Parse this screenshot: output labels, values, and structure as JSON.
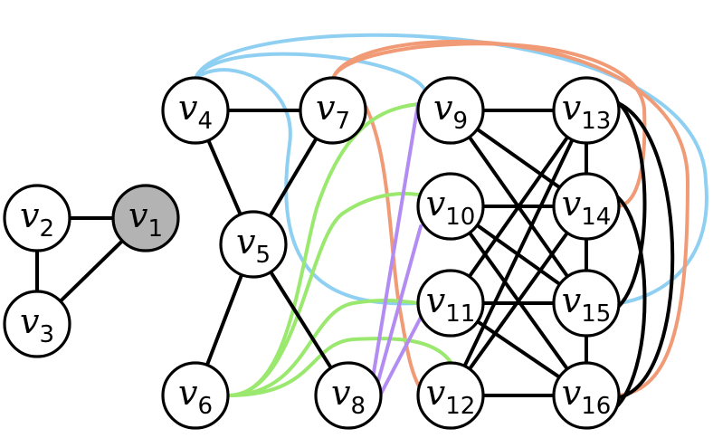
{
  "colors": {
    "node_fill": "#ffffff",
    "highlight_fill": "#b3b3b3",
    "black": "#000000",
    "blue": "#8fd0f2",
    "orange": "#f19a76",
    "green": "#9ae86e",
    "purple": "#b28cf2"
  },
  "nodes": [
    {
      "id": "v1",
      "base": "v",
      "sub": "1",
      "highlight": true
    },
    {
      "id": "v2",
      "base": "v",
      "sub": "2"
    },
    {
      "id": "v3",
      "base": "v",
      "sub": "3"
    },
    {
      "id": "v4",
      "base": "v",
      "sub": "4"
    },
    {
      "id": "v5",
      "base": "v",
      "sub": "5"
    },
    {
      "id": "v6",
      "base": "v",
      "sub": "6"
    },
    {
      "id": "v7",
      "base": "v",
      "sub": "7"
    },
    {
      "id": "v8",
      "base": "v",
      "sub": "8"
    },
    {
      "id": "v9",
      "base": "v",
      "sub": "9"
    },
    {
      "id": "v10",
      "base": "v",
      "sub": "10"
    },
    {
      "id": "v11",
      "base": "v",
      "sub": "11"
    },
    {
      "id": "v12",
      "base": "v",
      "sub": "12"
    },
    {
      "id": "v13",
      "base": "v",
      "sub": "13"
    },
    {
      "id": "v14",
      "base": "v",
      "sub": "14"
    },
    {
      "id": "v15",
      "base": "v",
      "sub": "15"
    },
    {
      "id": "v16",
      "base": "v",
      "sub": "16"
    }
  ],
  "edges_black": [
    [
      "v1",
      "v2"
    ],
    [
      "v2",
      "v3"
    ],
    [
      "v3",
      "v1"
    ],
    [
      "v4",
      "v7"
    ],
    [
      "v4",
      "v5"
    ],
    [
      "v7",
      "v5"
    ],
    [
      "v5",
      "v6"
    ],
    [
      "v5",
      "v8"
    ],
    [
      "v9",
      "v13"
    ],
    [
      "v10",
      "v14"
    ],
    [
      "v11",
      "v15"
    ],
    [
      "v12",
      "v16"
    ],
    [
      "v9",
      "v15"
    ],
    [
      "v10",
      "v16"
    ],
    [
      "v11",
      "v13"
    ],
    [
      "v12",
      "v14"
    ],
    [
      "v9",
      "v14"
    ],
    [
      "v10",
      "v15"
    ],
    [
      "v11",
      "v16"
    ],
    [
      "v12",
      "v13"
    ],
    [
      "v13",
      "v14"
    ],
    [
      "v14",
      "v15"
    ],
    [
      "v15",
      "v16"
    ],
    [
      "v13",
      "v15"
    ],
    [
      "v14",
      "v16"
    ],
    [
      "v13",
      "v16"
    ]
  ],
  "edges_colored": [
    {
      "from": "v4",
      "to": "v15",
      "color": "blue"
    },
    {
      "from": "v4",
      "to": "v11",
      "color": "blue"
    },
    {
      "from": "v4",
      "to": "v9",
      "color": "blue"
    },
    {
      "from": "v7",
      "to": "v14",
      "color": "orange"
    },
    {
      "from": "v7",
      "to": "v16",
      "color": "orange"
    },
    {
      "from": "v7",
      "to": "v12",
      "color": "orange"
    },
    {
      "from": "v6",
      "to": "v9",
      "color": "green"
    },
    {
      "from": "v6",
      "to": "v10",
      "color": "green"
    },
    {
      "from": "v6",
      "to": "v11",
      "color": "green"
    },
    {
      "from": "v6",
      "to": "v12",
      "color": "green"
    },
    {
      "from": "v8",
      "to": "v9",
      "color": "purple"
    },
    {
      "from": "v8",
      "to": "v10",
      "color": "purple"
    },
    {
      "from": "v8",
      "to": "v11",
      "color": "purple"
    }
  ]
}
